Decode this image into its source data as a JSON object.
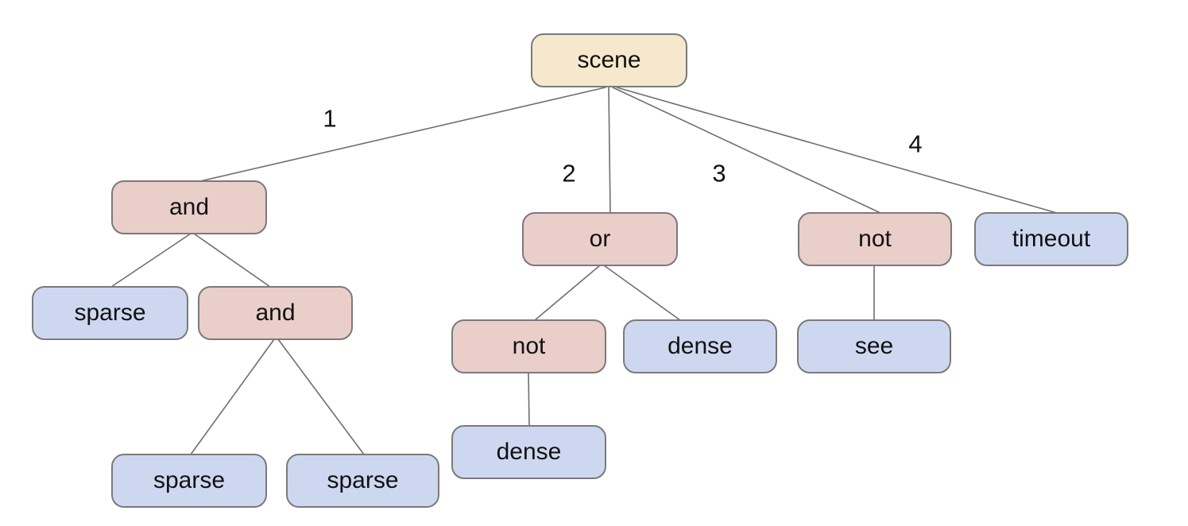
{
  "colors": {
    "background": "#ffffff",
    "root_fill": "#f6e8cd",
    "operator_fill": "#eacec9",
    "leaf_fill": "#cdd8f0",
    "node_border": "#7a7a7a",
    "edge_line": "#6e6e6e",
    "text": "#111111"
  },
  "nodes": [
    {
      "id": "scene",
      "label": "scene",
      "kind": "root",
      "parent": null
    },
    {
      "id": "and-1",
      "label": "and",
      "kind": "operator",
      "parent": "scene",
      "edge_label": "1"
    },
    {
      "id": "or-1",
      "label": "or",
      "kind": "operator",
      "parent": "scene",
      "edge_label": "2"
    },
    {
      "id": "not-1",
      "label": "not",
      "kind": "operator",
      "parent": "scene",
      "edge_label": "3"
    },
    {
      "id": "timeout-1",
      "label": "timeout",
      "kind": "leaf",
      "parent": "scene",
      "edge_label": "4"
    },
    {
      "id": "sparse-1",
      "label": "sparse",
      "kind": "leaf",
      "parent": "and-1"
    },
    {
      "id": "and-2",
      "label": "and",
      "kind": "operator",
      "parent": "and-1"
    },
    {
      "id": "not-2",
      "label": "not",
      "kind": "operator",
      "parent": "or-1"
    },
    {
      "id": "dense-1",
      "label": "dense",
      "kind": "leaf",
      "parent": "or-1"
    },
    {
      "id": "see-1",
      "label": "see",
      "kind": "leaf",
      "parent": "not-1"
    },
    {
      "id": "sparse-2",
      "label": "sparse",
      "kind": "leaf",
      "parent": "and-2"
    },
    {
      "id": "sparse-3",
      "label": "sparse",
      "kind": "leaf",
      "parent": "and-2"
    },
    {
      "id": "dense-2",
      "label": "dense",
      "kind": "leaf",
      "parent": "not-2"
    }
  ]
}
